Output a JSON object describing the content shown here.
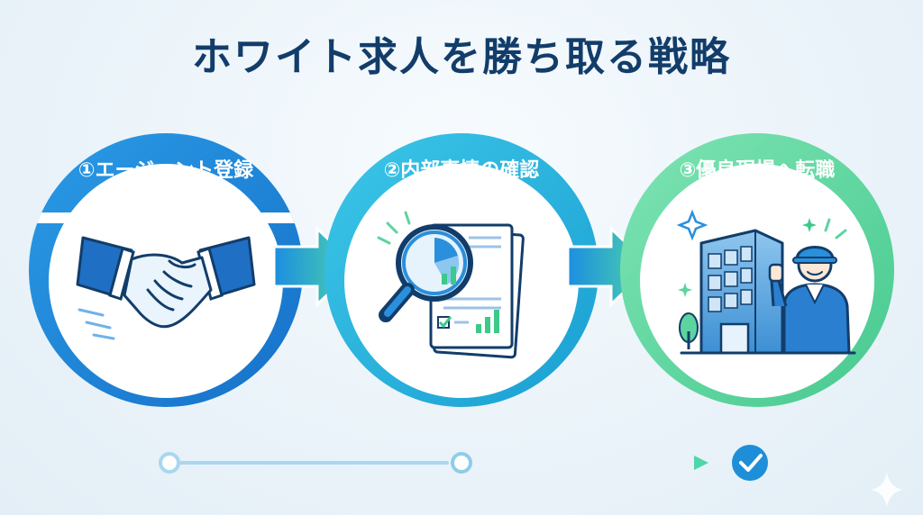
{
  "title": "ホワイト求人を勝ち取る戦略",
  "steps": [
    {
      "label": "①エージェント登録",
      "icon": "handshake-icon",
      "color": "#1f87d8"
    },
    {
      "label": "②内部事情の確認",
      "icon": "magnifier-document-icon",
      "color": "#22aee0"
    },
    {
      "label": "③優良現場へ転職",
      "icon": "building-worker-icon",
      "color": "#5dd4a0"
    }
  ],
  "progress": {
    "total_steps": 3,
    "completed_step": 3,
    "icon": "check-icon"
  }
}
